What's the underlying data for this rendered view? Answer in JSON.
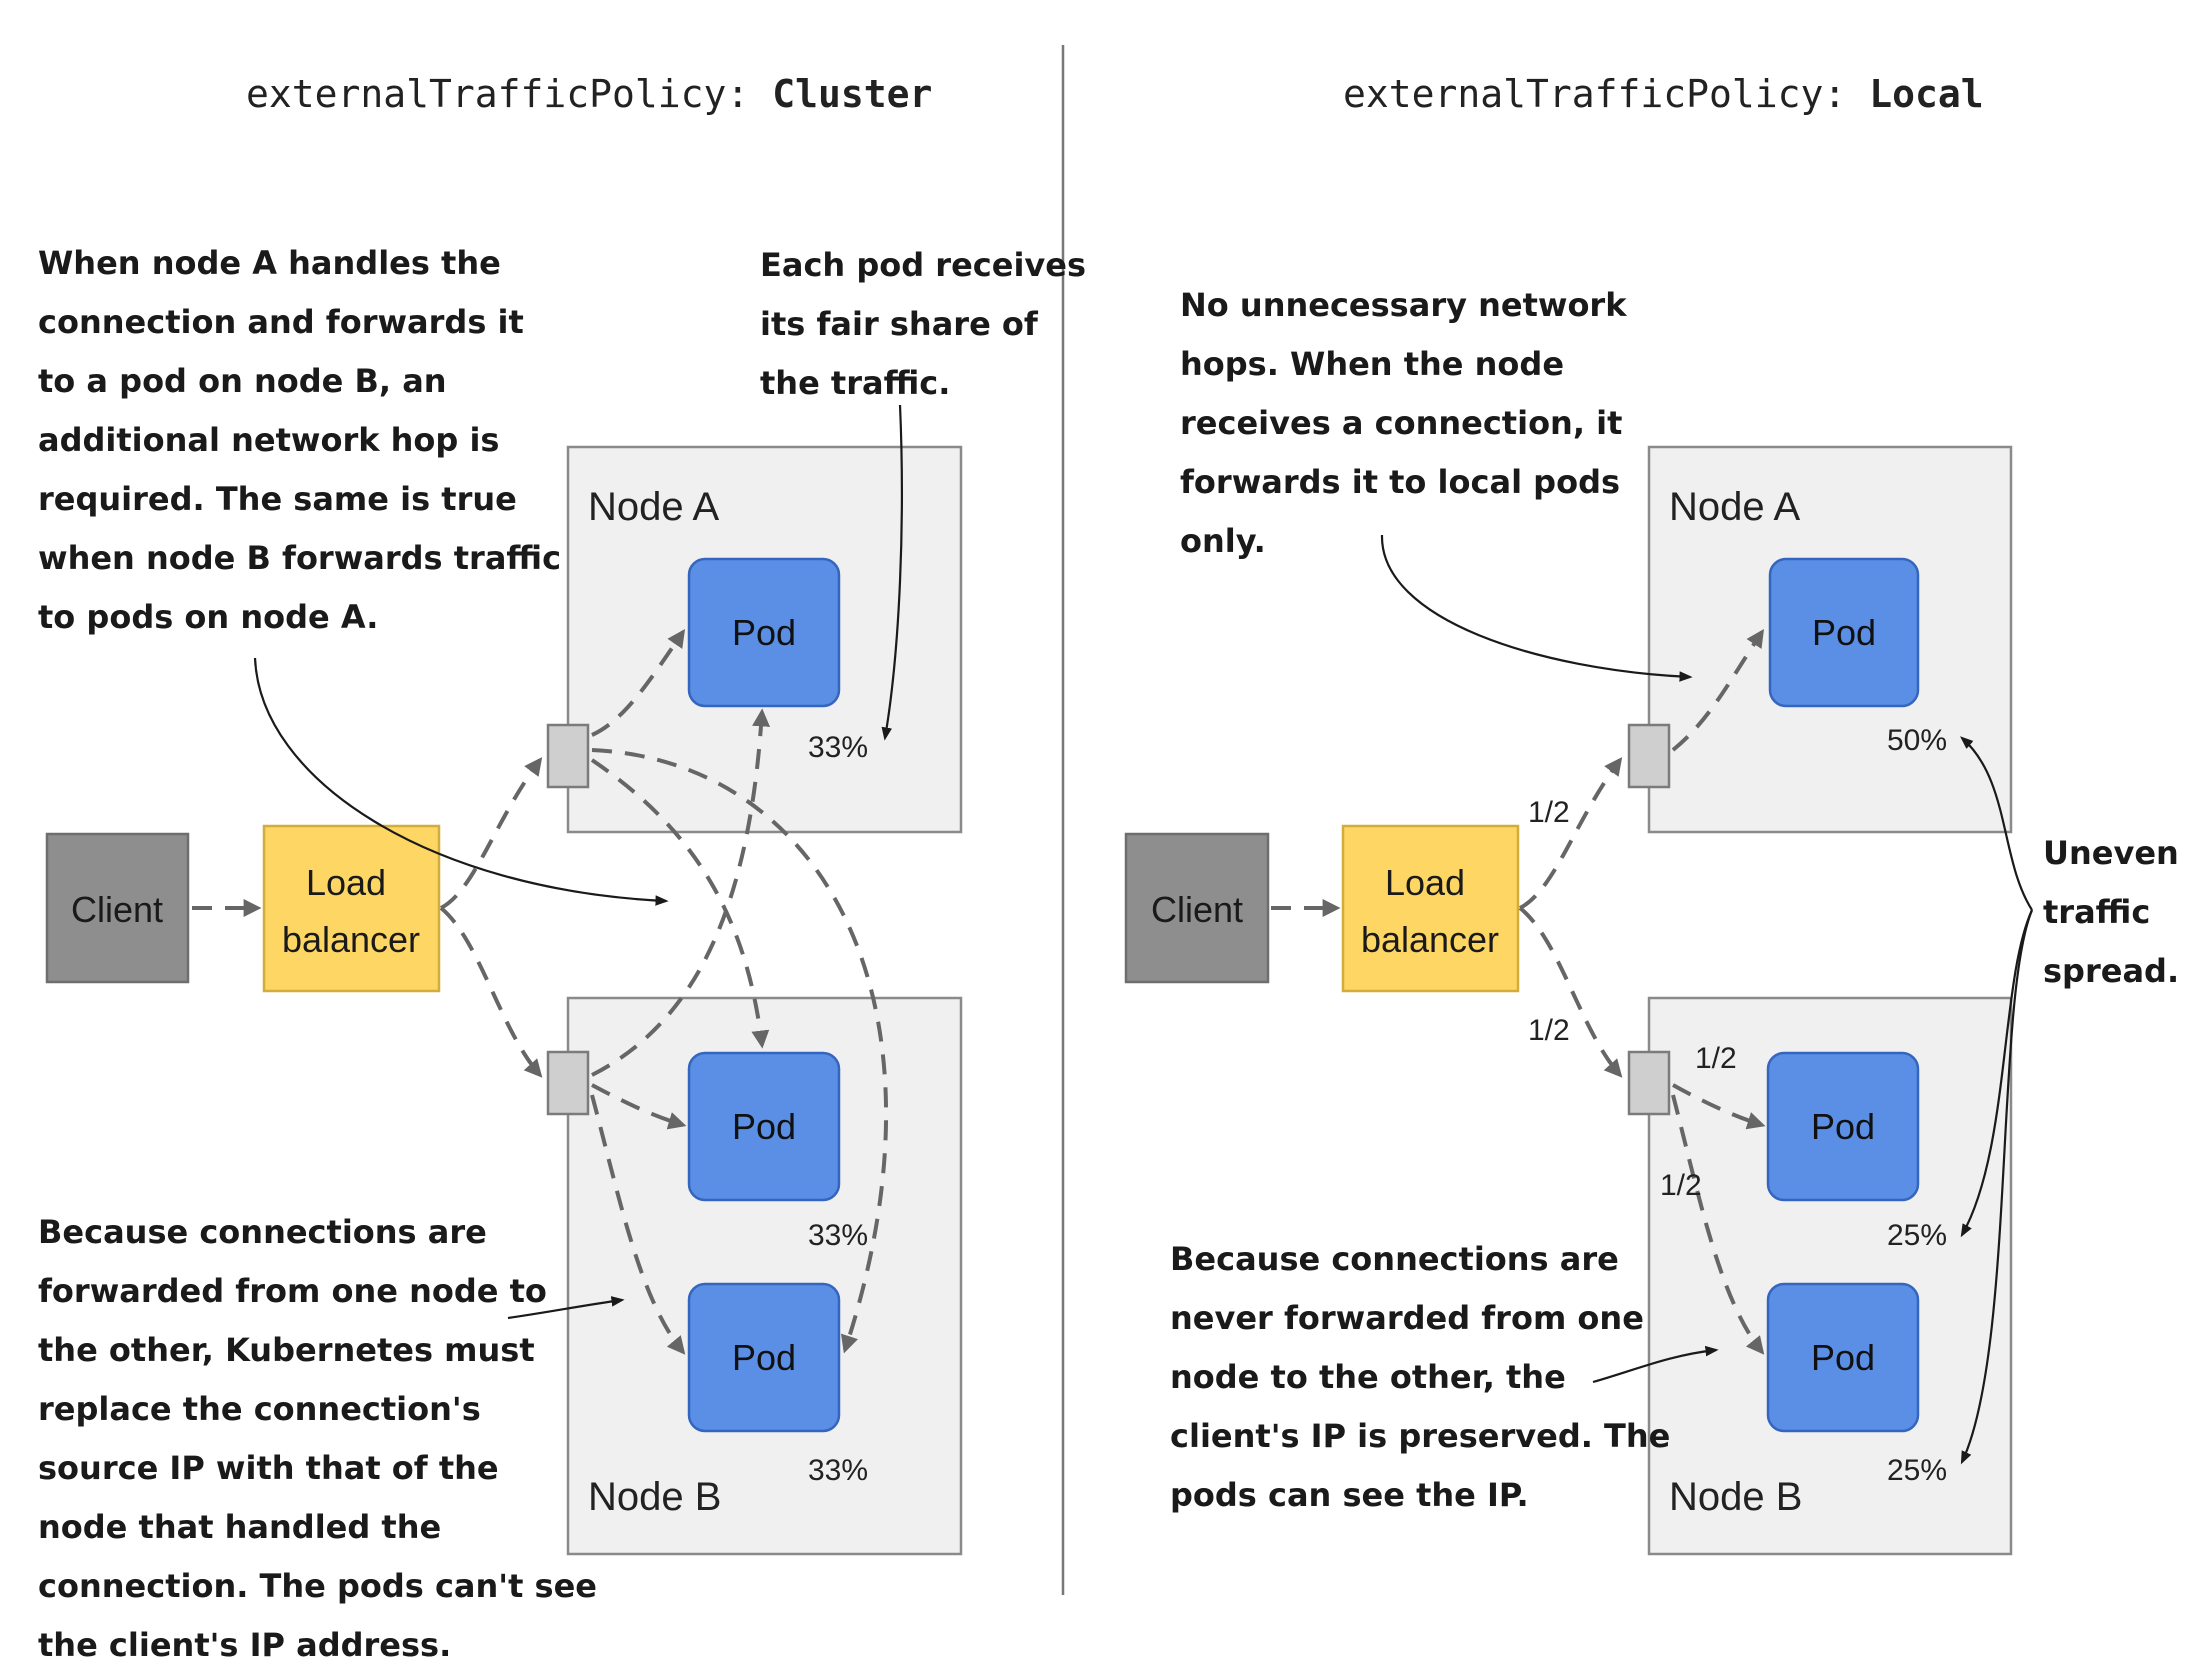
{
  "left": {
    "title_prefix": "externalTrafficPolicy: ",
    "title_value": "Cluster",
    "note_top_left": [
      "When node A handles the",
      "connection and forwards it",
      "to a pod on node B, an",
      "additional network hop is",
      "required. The same is true",
      "when node B forwards traffic",
      "to pods on node A."
    ],
    "note_top_right": [
      "Each pod receives",
      "its fair share of",
      "the traffic."
    ],
    "note_bottom": [
      "Because connections are",
      "forwarded from one node to",
      "the other, Kubernetes must",
      "replace the connection's",
      "source IP with that of the",
      "node that handled the",
      "connection. The pods can't see",
      "the client's IP address."
    ],
    "client_label": "Client",
    "lb_label": [
      "Load",
      "balancer"
    ],
    "node_a_label": "Node A",
    "node_b_label": "Node B",
    "pod_label": "Pod",
    "pod_a_pct": "33%",
    "pod_b1_pct": "33%",
    "pod_b2_pct": "33%"
  },
  "right": {
    "title_prefix": "externalTrafficPolicy: ",
    "title_value": "Local",
    "note_top": [
      "No unnecessary network",
      "hops. When the node",
      "receives a connection, it",
      "forwards it to local pods",
      "only."
    ],
    "note_bottom": [
      "Because connections are",
      "never forwarded from one",
      "node to the other, the",
      "client's IP is preserved. The",
      "pods can see the IP."
    ],
    "note_side": [
      "Uneven",
      "traffic",
      "spread."
    ],
    "client_label": "Client",
    "lb_label": [
      "Load",
      "balancer"
    ],
    "node_a_label": "Node A",
    "node_b_label": "Node B",
    "pod_label": "Pod",
    "pod_a_pct": "50%",
    "pod_b1_pct": "25%",
    "pod_b2_pct": "25%",
    "split_lb_to_a": "1/2",
    "split_lb_to_b": "1/2",
    "split_b_to_pod1": "1/2",
    "split_b_to_pod2": "1/2"
  },
  "colors": {
    "pod": "#5b8fe6",
    "load_balancer": "#fdd663",
    "client": "#8e8e8e",
    "node": "#f0f0f0"
  }
}
